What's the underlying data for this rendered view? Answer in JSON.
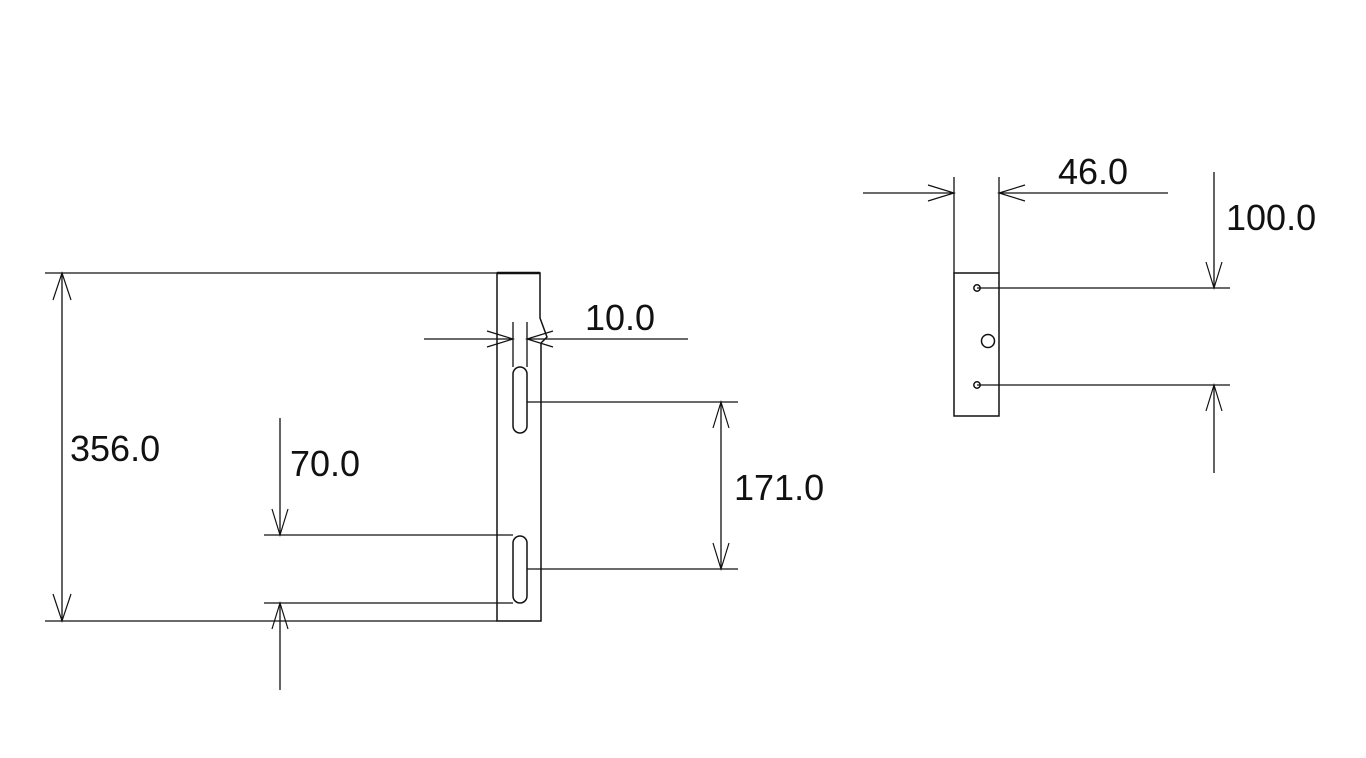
{
  "dimensions": {
    "side_view": {
      "overall_height": "356.0",
      "slot_offset": "70.0",
      "slot_width": "10.0",
      "slot_spacing": "171.0"
    },
    "end_view": {
      "width": "46.0",
      "hole_spacing": "100.0"
    }
  },
  "colors": {
    "line": "#111111",
    "background": "#ffffff"
  }
}
